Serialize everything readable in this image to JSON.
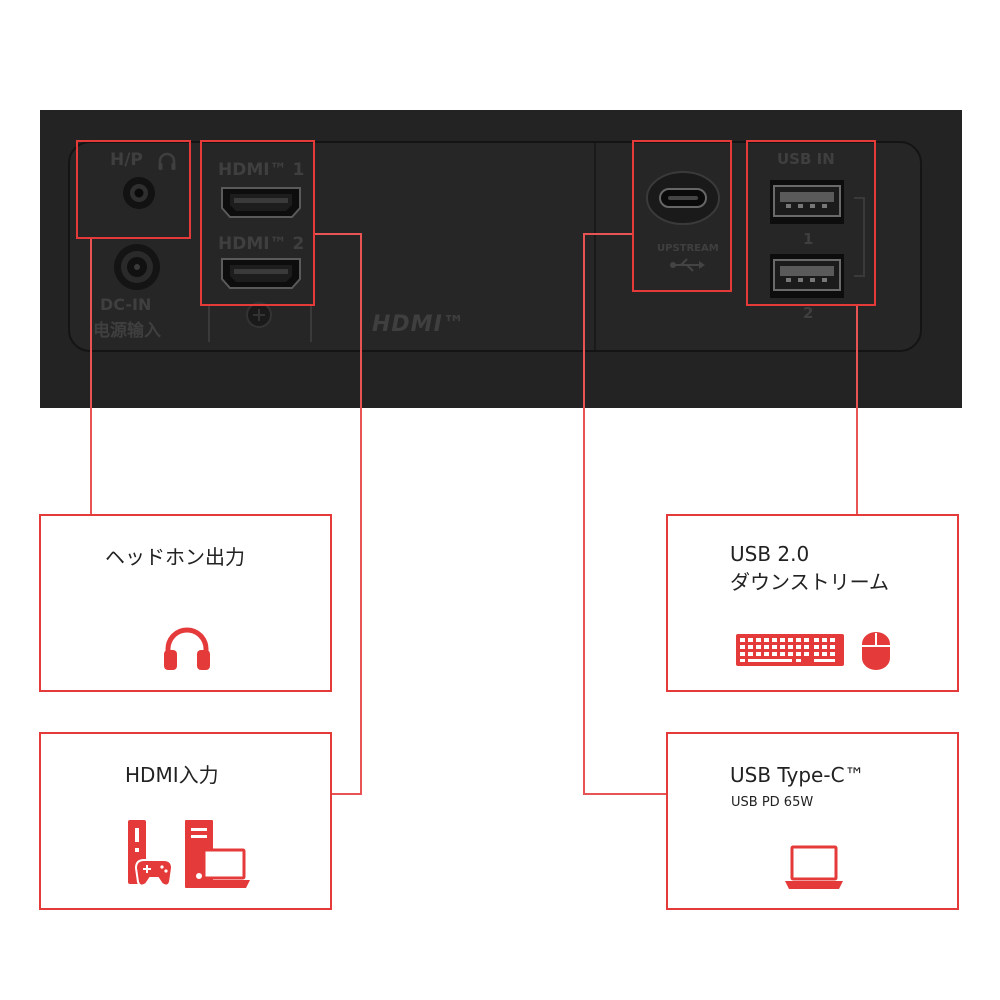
{
  "panel": {
    "hp_label": "H/P",
    "dc_in_label": "DC-IN",
    "power_input_label": "电源输入",
    "hdmi1_label": "HDMI™ 1",
    "hdmi2_label": "HDMI™ 2",
    "hdmi_logo": "HDMI™",
    "upstream_label": "UPSTREAM",
    "usb_in_label": "USB IN",
    "usb_port1_number": "1",
    "usb_port2_number": "2"
  },
  "cards": {
    "headphone": {
      "title": "ヘッドホン出力",
      "icon": "headphones-icon"
    },
    "hdmi_input": {
      "title": "HDMI入力",
      "icons": [
        "game-console-icon",
        "desktop-pc-icon",
        "laptop-icon"
      ]
    },
    "usb_downstream": {
      "title_line1": "USB 2.0",
      "title_line2": "ダウンストリーム",
      "icons": [
        "keyboard-icon",
        "mouse-icon"
      ]
    },
    "usb_type_c": {
      "title": "USB Type-C™",
      "subtitle": "USB PD 65W",
      "icon": "laptop-icon"
    }
  },
  "colors": {
    "accent_red": "#e53a3a",
    "panel_dark": "#232323",
    "etch_gray": "#3f3f3f"
  }
}
